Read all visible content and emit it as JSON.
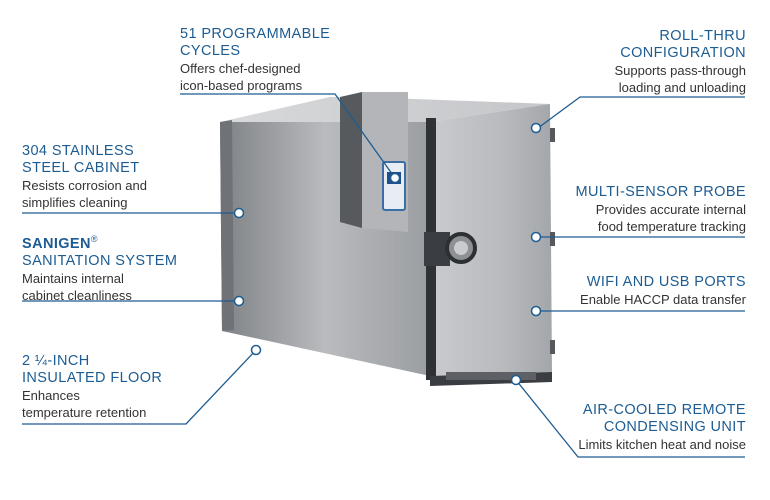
{
  "colors": {
    "accent": "#1d5c92",
    "text": "#333333",
    "steel": "#a9acb0"
  },
  "features": {
    "cycles": {
      "title1": "51 PROGRAMMABLE",
      "title2": "CYCLES",
      "desc1": "Offers chef-designed",
      "desc2": "icon-based programs"
    },
    "rollthru": {
      "title1": "ROLL-THRU",
      "title2": "CONFIGURATION",
      "desc1": "Supports pass-through",
      "desc2": "loading and unloading"
    },
    "stainless": {
      "title1": "304 STAINLESS",
      "title2": "STEEL CABINET",
      "desc1": "Resists corrosion and",
      "desc2": "simplifies cleaning"
    },
    "sanigen": {
      "title_bold": "SANIGEN",
      "reg": "®",
      "title2": "SANITATION SYSTEM",
      "desc1": "Maintains internal",
      "desc2": "cabinet cleanliness"
    },
    "probe": {
      "title1": "MULTI-SENSOR PROBE",
      "desc1": "Provides accurate internal",
      "desc2": "food temperature tracking"
    },
    "wifi": {
      "title1": "WIFI AND USB PORTS",
      "desc1": "Enable HACCP data transfer"
    },
    "floor": {
      "title1": "2 ¼-INCH",
      "title2": "INSULATED FLOOR",
      "desc1": "Enhances",
      "desc2": "temperature retention"
    },
    "condensing": {
      "title1": "AIR-COOLED REMOTE",
      "title2": "CONDENSING UNIT",
      "desc1": "Limits kitchen heat and noise"
    }
  }
}
